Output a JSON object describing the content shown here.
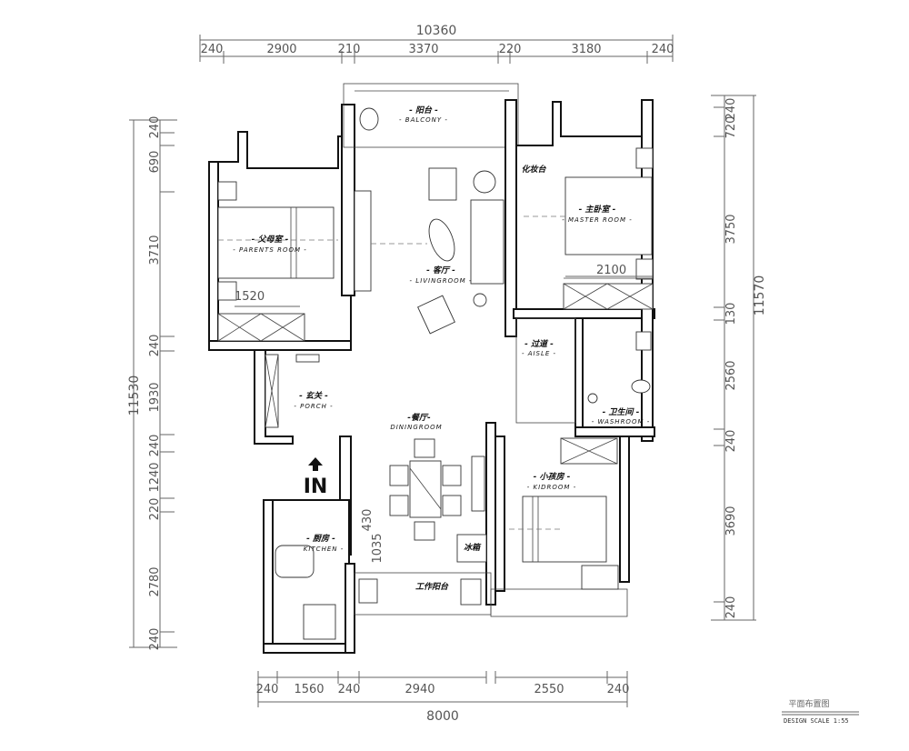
{
  "dimensions": {
    "top_total": "10360",
    "top": [
      "240",
      "2900",
      "210",
      "3370",
      "220",
      "3180",
      "240"
    ],
    "bottom_total": "8000",
    "bottom": [
      "240",
      "1560",
      "240",
      "2940",
      "2550",
      "240"
    ],
    "left_total": "11530",
    "left": [
      "240",
      "690",
      "3710",
      "240",
      "1930",
      "240",
      "1240",
      "220",
      "2780",
      "240"
    ],
    "right_total": "11570",
    "right": [
      "240",
      "720",
      "3750",
      "130",
      "2560",
      "240",
      "3690",
      "240"
    ],
    "inner": {
      "parents_wardrobe": "1520",
      "master_wardrobe": "2100",
      "dining_a": "430",
      "dining_b": "1035"
    }
  },
  "rooms": {
    "balcony": {
      "cn": "- 阳台 -",
      "en": "- BALCONY -"
    },
    "parents": {
      "cn": "- 父母室 -",
      "en": "- PARENTS ROOM -"
    },
    "living": {
      "cn": "- 客厅 -",
      "en": "- LIVINGROOM -"
    },
    "master": {
      "cn": "- 主卧室 -",
      "en": "- MASTER ROOM -"
    },
    "aisle": {
      "cn": "- 过道 -",
      "en": "- AISLE -"
    },
    "washroom": {
      "cn": "- 卫生间 -",
      "en": "- WASHROOM -"
    },
    "porch": {
      "cn": "- 玄关 -",
      "en": "- PORCH -"
    },
    "dining": {
      "cn": "-餐厅-",
      "en": "DININGROOM"
    },
    "kid": {
      "cn": "- 小孩房 -",
      "en": "- KIDROOM -"
    },
    "kitchen": {
      "cn": "- 厨房 -",
      "en": "KITCHEN -"
    }
  },
  "labels": {
    "dresser": "化妆台",
    "fridge": "冰箱",
    "work_balcony": "工作阳台",
    "entrance": "IN"
  },
  "title_block": {
    "title": "平面布置图",
    "scale": "DESIGN  SCALE   1:55"
  }
}
